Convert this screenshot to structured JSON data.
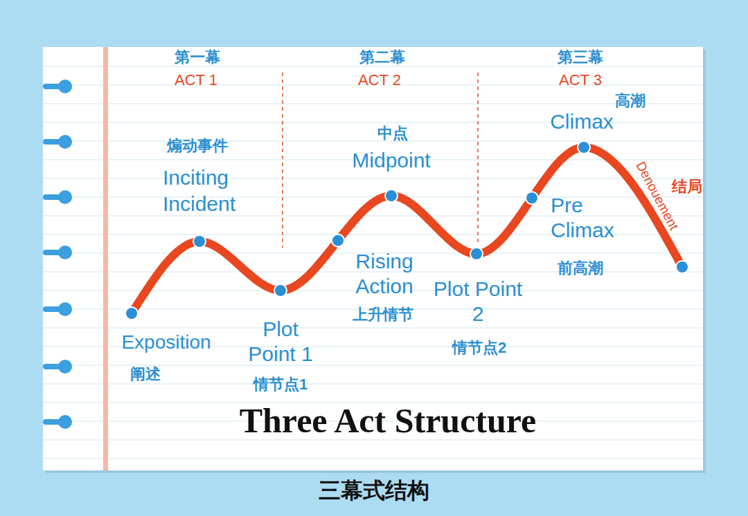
{
  "diagram": {
    "title": "Three Act Structure",
    "caption": "三幕式结构",
    "labels": [
      "第一幕",
      "ACT 1",
      "第二幕",
      "ACT 2",
      "第三幕",
      "ACT 3",
      "高潮",
      "Climax",
      "煽动事件",
      "Inciting Incident",
      "中点",
      "Midpoint",
      "Denouement",
      "结局",
      "Pre Climax",
      "前高潮",
      "Rising Action",
      "上升情节",
      "Plot Point 2",
      "情节点2",
      "Exposition",
      "阐述",
      "Plot Point 1",
      "情节点1"
    ]
  }
}
